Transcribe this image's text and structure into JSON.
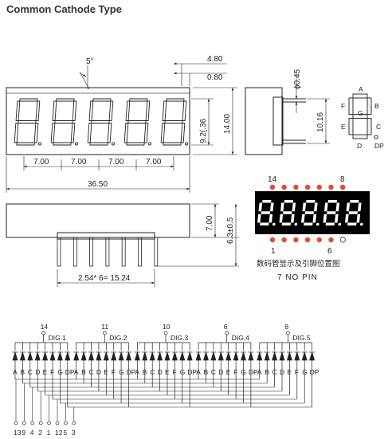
{
  "title": "Common Cathode Type",
  "front_view": {
    "angle": "5°",
    "thickness": "4.80",
    "step": "0.80",
    "digit_height": "9.2(.36",
    "height": "14.00",
    "pitch": [
      "7.00",
      "7.00",
      "7.00",
      "7.00"
    ],
    "width": "36.50"
  },
  "side_view": {
    "pin_diameter": "ϕ0.45",
    "body_depth": "10.16"
  },
  "bottom_view": {
    "body_height": "7.00",
    "pin_length": "6.3±0.5",
    "pin_pitch": "2.54* 6= 15.24"
  },
  "segment_map": {
    "labels": [
      "A",
      "B",
      "C",
      "D",
      "E",
      "F",
      "G",
      "DP"
    ]
  },
  "pin_view": {
    "top_left": "14",
    "top_right": "8",
    "bottom_left": "1",
    "bottom_right": "6",
    "caption": "数码管显示及引脚位置图",
    "subcaption": "7 NO PIN",
    "colors": {
      "pin": "#e8492e",
      "display_bg": "#000000",
      "segment": "#ffffff"
    }
  },
  "schematic": {
    "digits": [
      {
        "pin": "14",
        "label": "DIG.1"
      },
      {
        "pin": "11",
        "label": "DIG.2"
      },
      {
        "pin": "10",
        "label": "DIG.3"
      },
      {
        "pin": "6",
        "label": "DIG.4"
      },
      {
        "pin": "8",
        "label": "DIG.5"
      }
    ],
    "segments": [
      "A",
      "B",
      "C",
      "D",
      "E",
      "F",
      "G",
      "DP"
    ],
    "segment_pins": [
      "13",
      "9",
      "4",
      "2",
      "1",
      "12",
      "5",
      "3"
    ]
  }
}
